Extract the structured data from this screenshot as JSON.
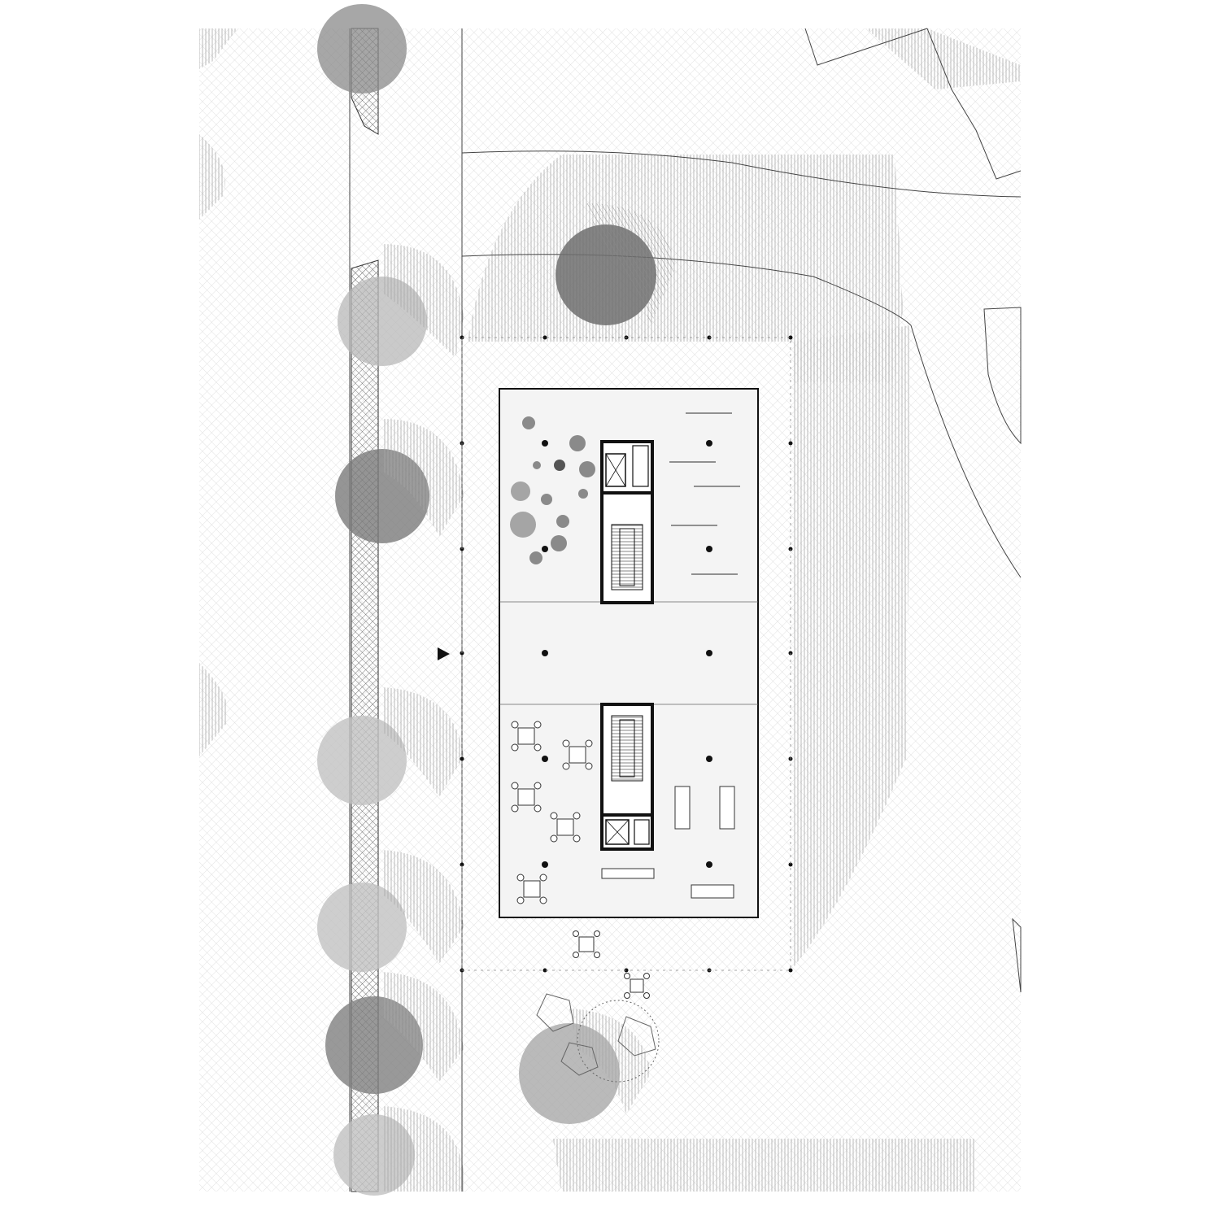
{
  "drawing": {
    "type": "architectural-site-plan",
    "view": "ground-floor-plan",
    "text_labels": []
  },
  "colors": {
    "background": "#ffffff",
    "line": "#111111",
    "thin_line": "#555555",
    "hatch_light": "#c8c8c8",
    "hatch_mid": "#9a9a9a",
    "tree_dark": "#6e6e6e",
    "tree_light": "#b5b5b5"
  },
  "elements": {
    "building_count": 1,
    "stair_cores": 2,
    "elevators": 2,
    "entrance_marker": "triangle-arrow-right",
    "furniture": [
      "cafe-tables",
      "meeting-tables",
      "planter-shrubs",
      "long-benches"
    ]
  }
}
